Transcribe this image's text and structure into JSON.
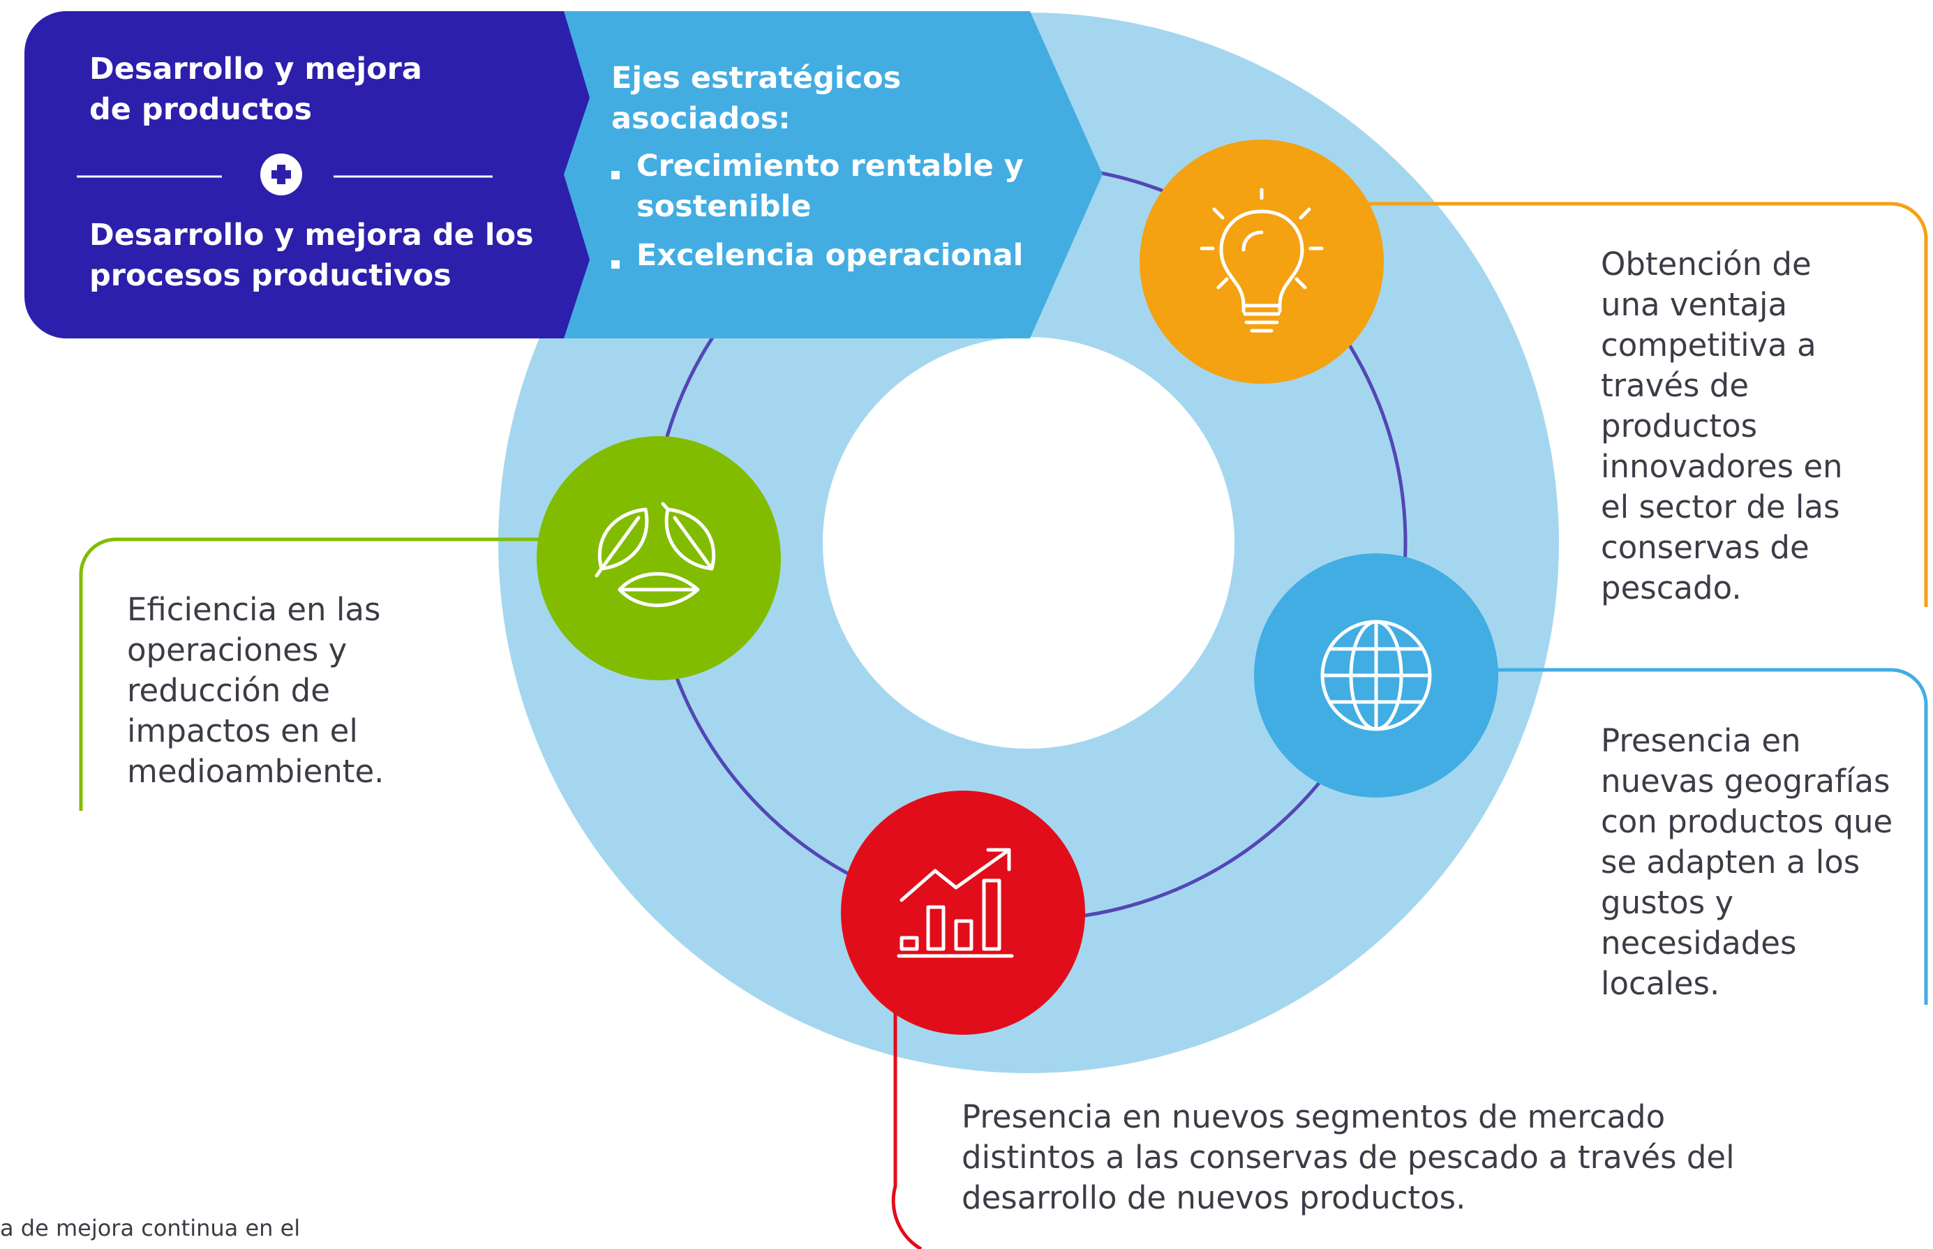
{
  "header": {
    "product_title": "Desarrollo y mejora de productos",
    "process_title": "Desarrollo y mejora de los procesos productivos",
    "axes_title": "Ejes estratégicos asociados:",
    "axes": [
      "Crecimiento rentable y sostenible",
      "Excelencia operacional"
    ]
  },
  "outcomes": {
    "competitive": "Obtención de una ventaja competitiva a través de productos innovadores en el sector de las conservas de pescado.",
    "efficiency": "Eficiencia en las operaciones y reducción de impactos en el medioambiente.",
    "geographies": "Presencia en nuevas geografías con productos que se adapten a los gustos y necesidades locales.",
    "segments": "Presencia en nuevos segmentos de mercado distintos a las conservas de pescado a través del desarrollo de nuevos productos."
  },
  "footer_fragment": "a de mejora continua en el",
  "icons": {
    "innovation": "lightbulb-icon",
    "environment": "leaves-icon",
    "global": "globe-icon",
    "growth": "growth-chart-icon",
    "connector": "plus-icon"
  },
  "colors": {
    "ring": "#a4d7ef",
    "orbit": "#5346b6",
    "navy": "#2c1fab",
    "cyan": "#43ade2",
    "orange": "#f4a112",
    "green": "#82bc00",
    "blue": "#41ade3",
    "red": "#e20d1a",
    "text": "#3c3c46"
  }
}
